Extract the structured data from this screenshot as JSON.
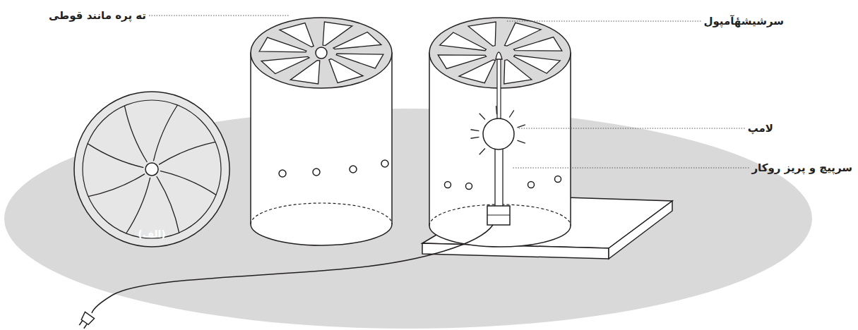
{
  "diagram": {
    "labels": [
      "ته پره مانند قوطی",
      "سرشیشهٔآمپول",
      "لامپ",
      "سرپیچ و پریز روکار",
      "(الف)"
    ]
  }
}
